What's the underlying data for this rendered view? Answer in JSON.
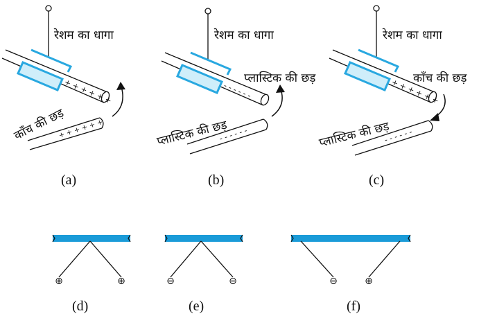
{
  "colors": {
    "ink": "#111111",
    "holder": "#29a8e0",
    "holder_fill": "#cfeefa",
    "bar": "#1a9bd8",
    "paper": "#ffffff"
  },
  "panel_a": {
    "thread_label": "रेशम का धागा",
    "rod_label": "काँच की छड़",
    "hung_charge": "+ + + + + +",
    "held_charge": "+ + + + + +",
    "caption": "(a)"
  },
  "panel_b": {
    "thread_label": "रेशम का धागा",
    "hung_rod_label": "प्लास्टिक की छड़",
    "held_rod_label": "प्लास्टिक की छड़",
    "hung_charge": "- - - - - -",
    "held_charge": "- - - - - -",
    "caption": "(b)"
  },
  "panel_c": {
    "thread_label": "रेशम का धागा",
    "hung_rod_label": "काँच की छड़",
    "held_rod_label": "प्लास्टिक की छड़",
    "hung_charge": "+ + + + + +",
    "held_charge": "- - - - - -",
    "caption": "(c)"
  },
  "panel_d": {
    "left_charge": "⊕",
    "right_charge": "⊕",
    "caption": "(d)"
  },
  "panel_e": {
    "left_charge": "⊖",
    "right_charge": "⊖",
    "caption": "(e)"
  },
  "panel_f": {
    "left_charge": "⊖",
    "right_charge": "⊕",
    "caption": "(f)"
  }
}
